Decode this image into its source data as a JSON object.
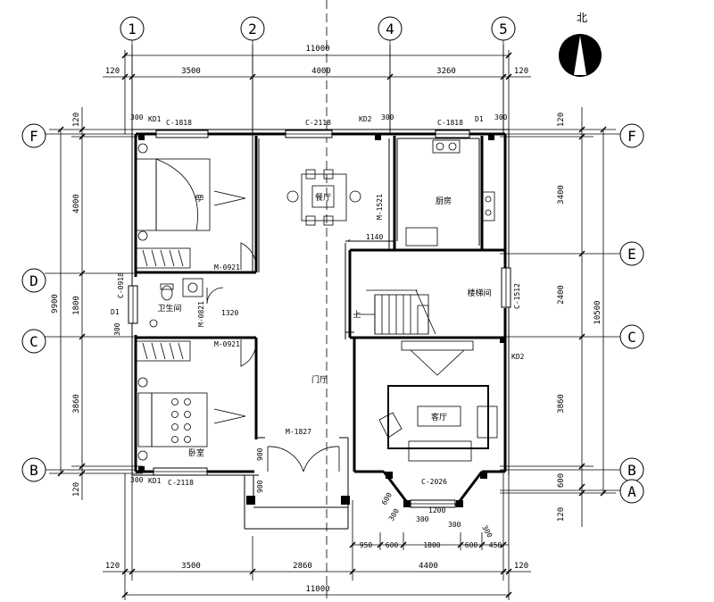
{
  "north_label": "北",
  "grid_columns": [
    "1",
    "2",
    "4",
    "5"
  ],
  "grid_rows_left": [
    "F",
    "D",
    "C",
    "B"
  ],
  "grid_rows_right": [
    "F",
    "E",
    "C",
    "B",
    "A"
  ],
  "dims_top": {
    "total": "11000",
    "segments": [
      "120",
      "3500",
      "4000",
      "3260",
      "120"
    ]
  },
  "dims_bottom": {
    "total": "11000",
    "segments": [
      "120",
      "3500",
      "2860",
      "4400",
      "120"
    ],
    "porch": [
      "950",
      "600",
      "1800",
      "600",
      "450"
    ]
  },
  "dims_left": {
    "total": "9900",
    "segments": [
      "120",
      "4000",
      "1800",
      "3860",
      "120"
    ]
  },
  "dims_right": {
    "total": "10500",
    "segments": [
      "120",
      "3400",
      "2400",
      "3860",
      "600",
      "120"
    ]
  },
  "rooms": {
    "bedroom_top": "卧",
    "bathroom": "卫生间",
    "dining": "餐厅",
    "kitchen": "厨房",
    "stair": "楼梯间",
    "hall": "门厅",
    "living": "客厅",
    "bedroom_bottom": "卧室",
    "up": "上"
  },
  "openings": {
    "c1818_left": "C-1818",
    "c2118_top": "C-2118",
    "c1818_right": "C-1818",
    "kd1_top": "KD1",
    "kd2_top": "KD2",
    "d1_top": "D1",
    "m1521": "M-1521",
    "m0921_top": "M-0921",
    "c0918": "C-0918",
    "d1_left": "D1",
    "m0821": "M-0821",
    "m0921_bottom": "M-0921",
    "m1827": "M-1827",
    "c1512": "C-1512",
    "kd2_right": "KD2",
    "c2026": "C-2026",
    "kd1_bottom": "KD1",
    "c2118_bottom": "C-2118"
  },
  "dim_notes": {
    "d300_a": "300",
    "d300_b": "300",
    "d300_c": "300",
    "d300_d": "300",
    "d1140": "1140",
    "d1320": "1320",
    "d300_e": "300",
    "d900_a": "900",
    "d900_b": "900",
    "d1200": "1200",
    "d300_f": "300",
    "d300_g": "300",
    "d300_h": "300",
    "d600_f": "600",
    "d300_j": "300"
  }
}
